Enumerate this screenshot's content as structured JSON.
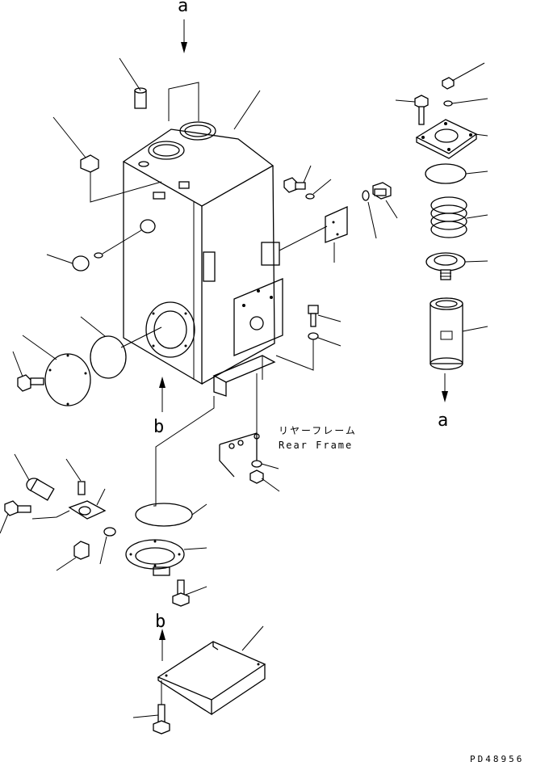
{
  "labels": {
    "a_top": "a",
    "a_right": "a",
    "b_mid": "b",
    "b_bottom": "b",
    "rear_frame_jp": "リヤーフレーム",
    "rear_frame_en": "Rear Frame",
    "drawing_code": "PD48956"
  }
}
